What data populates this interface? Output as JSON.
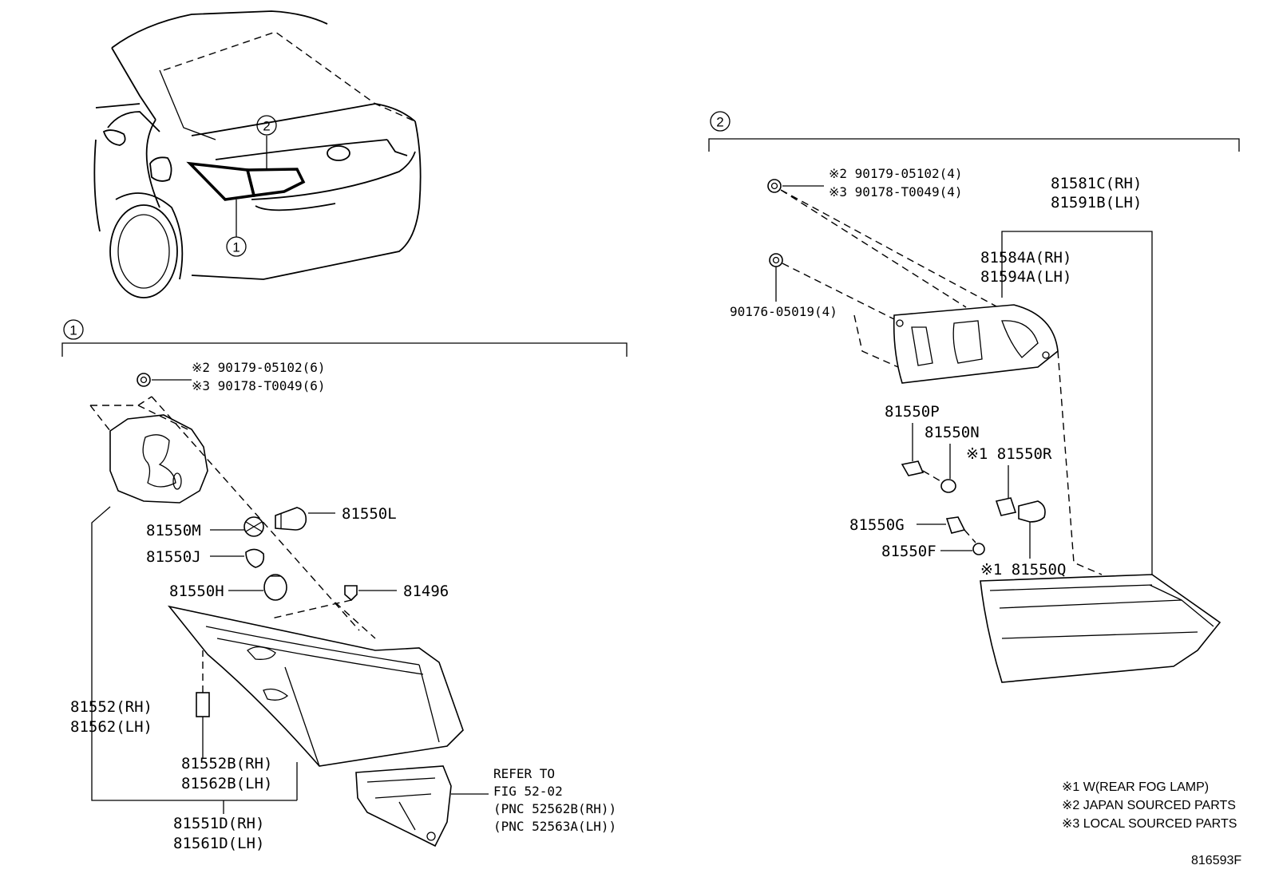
{
  "callouts": {
    "one": "1",
    "two": "2"
  },
  "section1": {
    "screw_jp": "※2 90179-05102(6)",
    "screw_local": "※3 90178-T0049(6)",
    "p81550L": "81550L",
    "p81550M": "81550M",
    "p81550J": "81550J",
    "p81550H": "81550H",
    "p81496": "81496",
    "p81552_rh": "81552(RH)",
    "p81562_lh": "81562(LH)",
    "p81552B_rh": "81552B(RH)",
    "p81562B_lh": "81562B(LH)",
    "p81551D_rh": "81551D(RH)",
    "p81561D_lh": "81561D(LH)",
    "refer_1": "REFER TO",
    "refer_2": "FIG 52-02",
    "refer_3": "(PNC 52562B(RH))",
    "refer_4": "(PNC 52563A(LH))"
  },
  "section2": {
    "screw_jp": "※2 90179-05102(4)",
    "screw_local": "※3 90178-T0049(4)",
    "screw_b": "90176-05019(4)",
    "p81581C_rh": "81581C(RH)",
    "p81591B_lh": "81591B(LH)",
    "p81584A_rh": "81584A(RH)",
    "p81594A_lh": "81594A(LH)",
    "p81550P": "81550P",
    "p81550N": "81550N",
    "p81550R": "※1 81550R",
    "p81550G": "81550G",
    "p81550F": "81550F",
    "p81550Q": "※1 81550Q"
  },
  "notes": {
    "n1": "※1 W(REAR FOG LAMP)",
    "n2": "※2 JAPAN SOURCED PARTS",
    "n3": "※3 LOCAL SOURCED PARTS"
  },
  "figure_id": "816593F"
}
